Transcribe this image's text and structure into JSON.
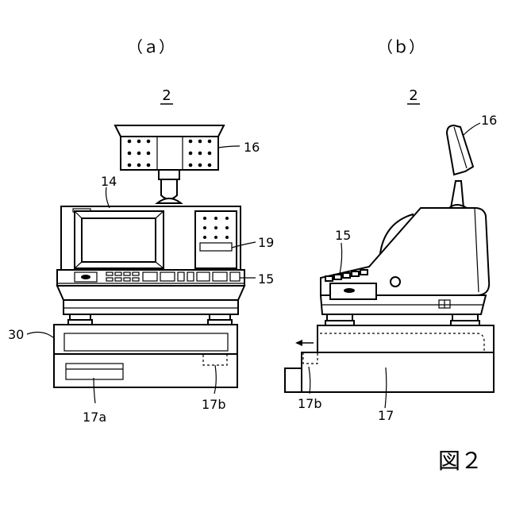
{
  "panels": {
    "a": {
      "caption": "（ａ）",
      "ref": "2",
      "labels": {
        "display": "14",
        "keyboard": "15",
        "customer_display": "16",
        "drawer_front": "17a",
        "latch": "17b",
        "printer": "19",
        "base": "30"
      }
    },
    "b": {
      "caption": "（ｂ）",
      "ref": "2",
      "labels": {
        "keyboard": "15",
        "customer_display": "16",
        "drawer": "17",
        "latch": "17b"
      }
    }
  },
  "figure_label": "図２"
}
